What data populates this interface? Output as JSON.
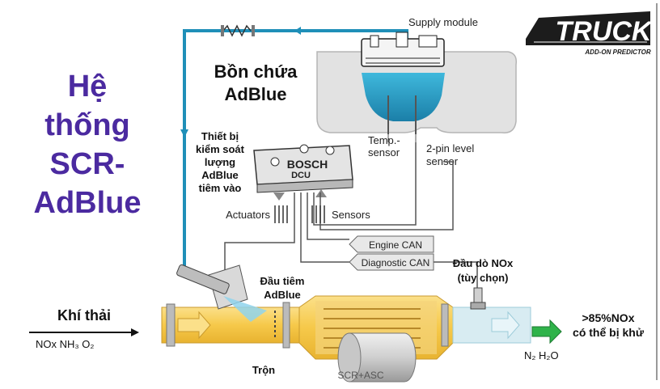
{
  "title": {
    "line1": "Hệ",
    "line2": "thống",
    "line3": "SCR-",
    "line4": "AdBlue"
  },
  "logo": {
    "text": "TRUCK",
    "subtitle": "ADD-ON PREDICTOR"
  },
  "labels": {
    "supply_module": "Supply module",
    "tank_line1": "Bồn chứa",
    "tank_line2": "AdBlue",
    "temp_sensor_line1": "Temp.-",
    "temp_sensor_line2": "sensor",
    "level_sensor_line1": "2-pin level",
    "level_sensor_line2": "sensor",
    "controller_line1": "Thiết bị",
    "controller_line2": "kiểm soát",
    "controller_line3": "lượng",
    "controller_line4": "AdBlue",
    "controller_line5": "tiêm vào",
    "dcu_brand": "BOSCH",
    "dcu_name": "DCU",
    "actuators": "Actuators",
    "sensors": "Sensors",
    "engine_can": "Engine CAN",
    "diagnostic_can": "Diagnostic CAN",
    "nox_probe_line1": "Đầu dò NOx",
    "nox_probe_line2": "(tùy chọn)",
    "injector_line1": "Đầu tiêm",
    "injector_line2": "AdBlue",
    "exhaust": "Khí thải",
    "exhaust_gases": "NOx  NH₃  O₂",
    "reduction_line1": ">85%NOx",
    "reduction_line2": "có thể bị khử",
    "output_gases": "N₂  H₂O",
    "mixer": "Trộn",
    "catalyst": "SCR+ASC"
  },
  "colors": {
    "title": "#4b2aa0",
    "adblue": "#2aa0c8",
    "tank": "#dcdcdc",
    "exhaust": "#f6c94a",
    "catalyst": "#d6d6d6",
    "arrow_green": "#2fb34a"
  },
  "icons": {
    "dcu": "bosch-dcu-icon",
    "injector": "injector-icon",
    "probe": "nox-probe-icon",
    "arrow": "green-arrow-icon"
  }
}
